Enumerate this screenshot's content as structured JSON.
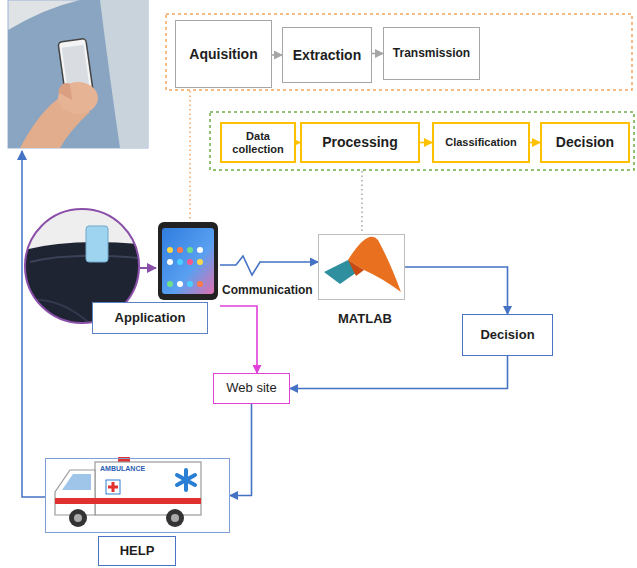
{
  "diagram": {
    "nodes": [
      {
        "text": [
          "Aquisition"
        ]
      },
      {
        "text": [
          "Extraction"
        ]
      },
      {
        "text": [
          "Transmission"
        ]
      },
      {
        "text": [
          "Data collection"
        ]
      },
      {
        "text": [
          "Processing"
        ]
      },
      {
        "text": [
          "Classification"
        ]
      },
      {
        "text": [
          "Decision"
        ]
      },
      {
        "text": [
          "Application"
        ]
      },
      {
        "text": [
          "MATLAB"
        ]
      },
      {
        "text": [
          "Decision"
        ]
      },
      {
        "text": [
          "Web site"
        ]
      },
      {
        "text": [
          "HELP"
        ]
      }
    ],
    "edges": [
      {
        "from": 0,
        "to": 1,
        "arrow": "to"
      },
      {
        "from": 1,
        "to": 2,
        "arrow": "to"
      },
      {
        "from": 3,
        "to": 4,
        "arrow": "to"
      },
      {
        "from": 4,
        "to": 5,
        "arrow": "to"
      },
      {
        "from": 5,
        "to": 6,
        "arrow": "to"
      },
      {
        "from": 7,
        "to": 8,
        "label": "Communication",
        "arrow": "to"
      },
      {
        "from": 7,
        "to": 10,
        "arrow": "to"
      },
      {
        "from": 8,
        "to": 9,
        "arrow": "to"
      },
      {
        "from": 9,
        "to": 10,
        "arrow": "to"
      },
      {
        "from": 10,
        "to": 11,
        "arrow": "to"
      }
    ],
    "labels": [
      "AMBULANCE"
    ]
  }
}
